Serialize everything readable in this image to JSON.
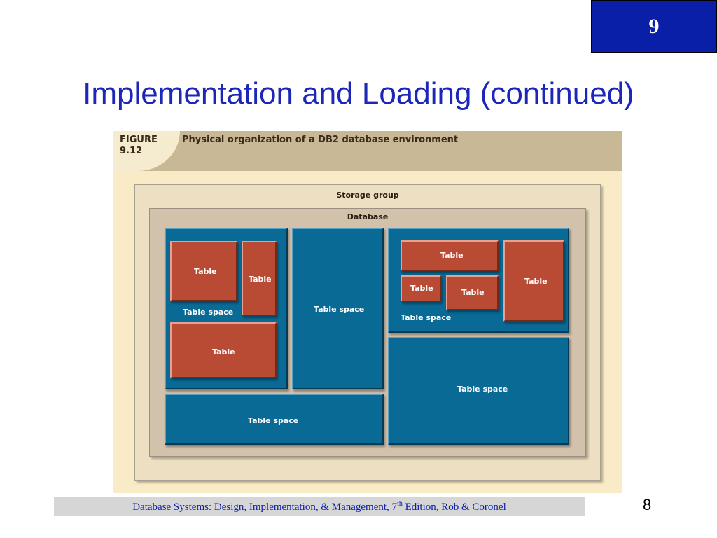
{
  "slide": {
    "chapter_number": "9",
    "title": "Implementation and Loading (continued)",
    "page_number": "8"
  },
  "footer": {
    "text_before": "Database Systems: Design, Implementation, & Management, 7",
    "superscript": "th",
    "text_after": " Edition, Rob & Coronel"
  },
  "figure": {
    "label_line1": "FIGURE",
    "label_line2": "9.12",
    "caption": "Physical organization of a DB2 database environment",
    "storage_group_label": "Storage group",
    "database_label": "Database",
    "table_space_label": "Table space",
    "table_label": "Table"
  },
  "colors": {
    "chapter_box": "#0a1fa8",
    "title": "#1c26b8",
    "table_space": "#0a6a96",
    "table": "#b94b35",
    "figure_background": "#f8ebc5",
    "figure_header": "#c8b896"
  }
}
